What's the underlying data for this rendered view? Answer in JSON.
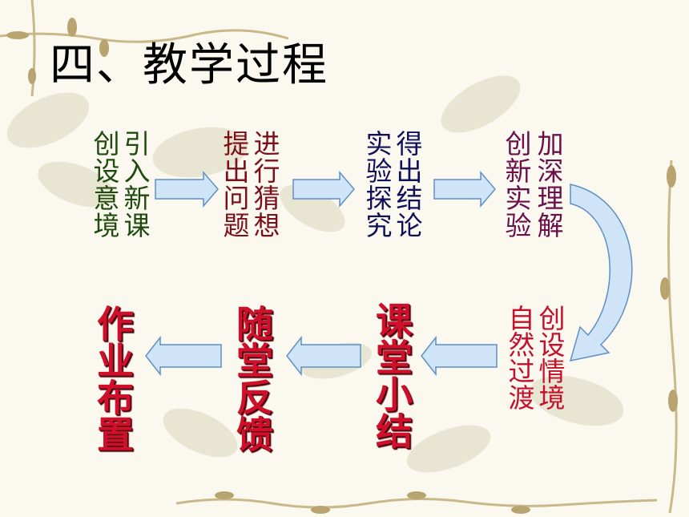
{
  "title": "四、教学过程",
  "row1": [
    {
      "cols": [
        "引入新课",
        "创设意境"
      ]
    },
    {
      "cols": [
        "进行猜想",
        "提出问题"
      ]
    },
    {
      "cols": [
        "得出结论",
        "实验探究"
      ]
    },
    {
      "cols": [
        "加深理解",
        "创新实验"
      ]
    }
  ],
  "row2": [
    {
      "cols": [
        "作业布置"
      ]
    },
    {
      "cols": [
        "随堂反馈"
      ]
    },
    {
      "cols": [
        "课堂小结"
      ]
    },
    {
      "cols": [
        "创设情境",
        "自然过渡"
      ]
    }
  ],
  "colors": {
    "arrow_fill": "#cfe5f7",
    "arrow_stroke": "#5f8fc4"
  }
}
